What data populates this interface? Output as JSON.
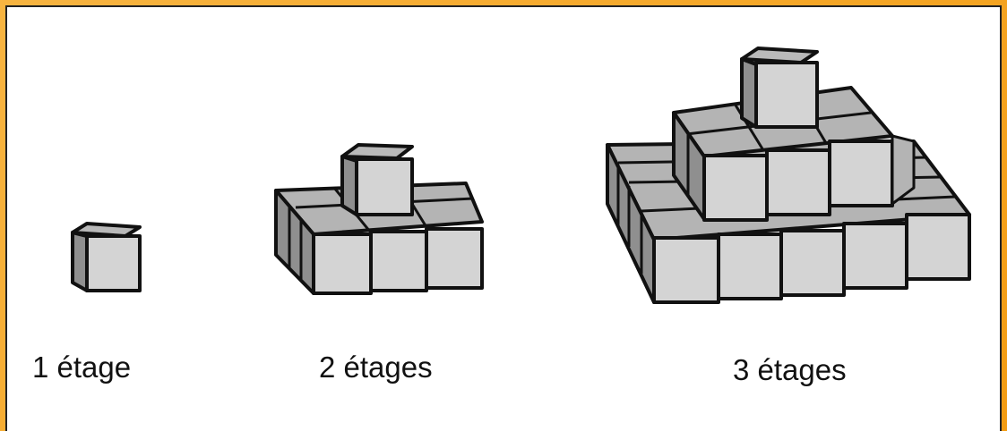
{
  "labels": {
    "one": "1 étage",
    "two": "2 étages",
    "three": "3 étages"
  },
  "colors": {
    "background_border": "#f5a623",
    "panel": "#ffffff",
    "cube_front": "#d4d4d4",
    "cube_top": "#b9b9b9",
    "cube_side": "#8f8f8f",
    "edge": "#111111"
  }
}
